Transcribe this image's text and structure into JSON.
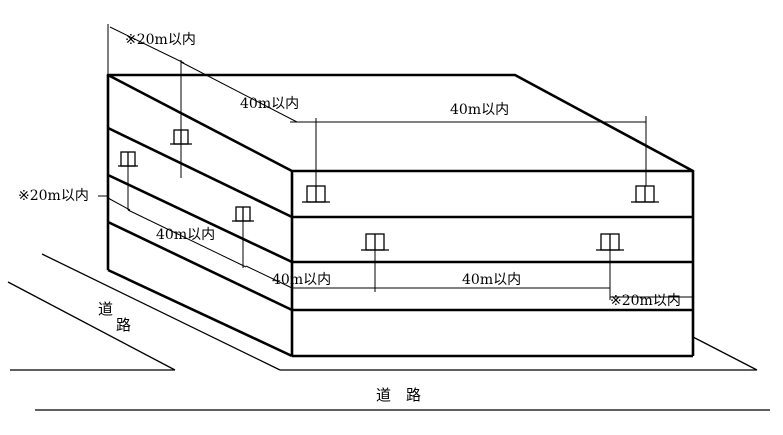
{
  "labels": {
    "dim_20m_top": "※20m以内",
    "dim_20m_left": "※20m以内",
    "dim_20m_right": "※20m以内",
    "dim_40m_roof_left": "40m以内",
    "dim_40m_roof_right": "40m以内",
    "dim_40m_side": "40m以内",
    "dim_40m_front_left": "40m以内",
    "dim_40m_front_right": "40m以内",
    "road_front": "道　路",
    "road_side_1": "道",
    "road_side_2": "路"
  }
}
